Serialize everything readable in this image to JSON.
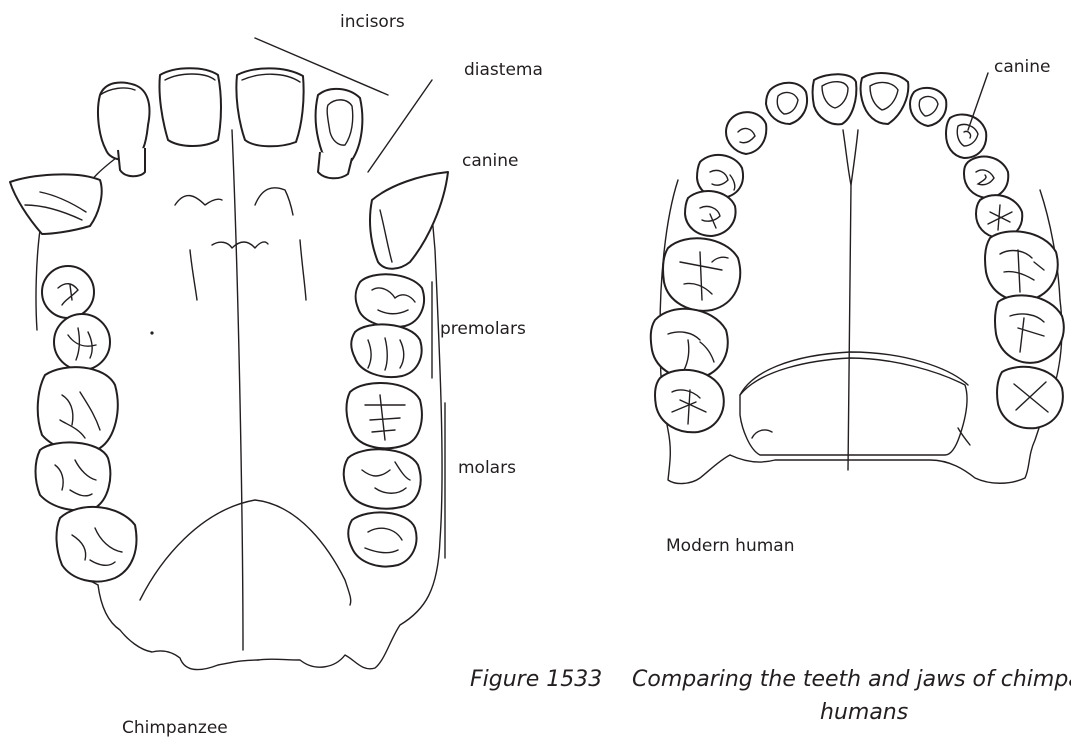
{
  "labels": {
    "incisors": "incisors",
    "diastema": "diastema",
    "canine_chimp": "canine",
    "premolars": "premolars",
    "molars": "molars",
    "canine_human": "canine",
    "chimpanzee": "Chimpanzee",
    "modern_human": "Modern human"
  },
  "caption": {
    "number": "Figure 1533",
    "title_line1": "Comparing the teeth and jaws of chimpa",
    "title_line2": "humans"
  }
}
